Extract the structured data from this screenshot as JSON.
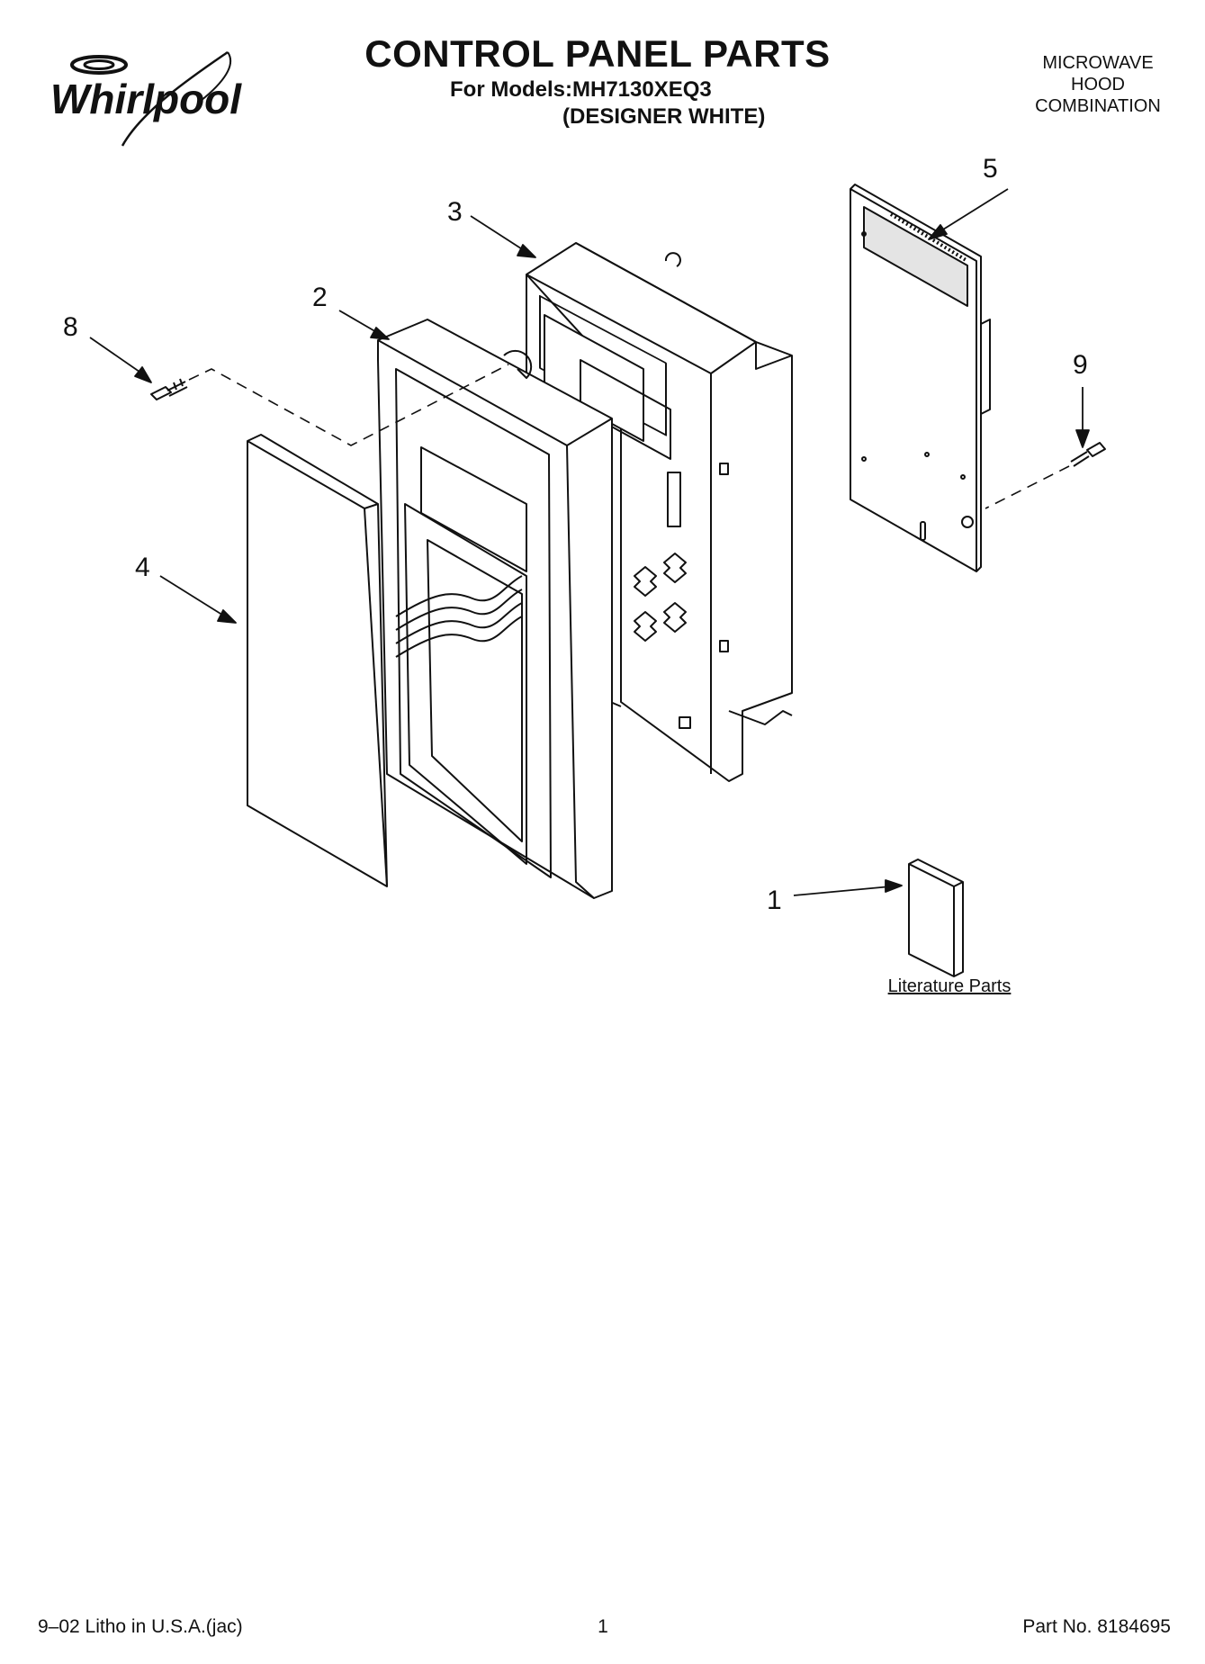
{
  "brand": {
    "name": "Whirlpool"
  },
  "header": {
    "title": "CONTROL PANEL PARTS",
    "models": "For Models:MH7130XEQ3",
    "variant": "(DESIGNER WHITE)",
    "product_lines": [
      "MICROWAVE",
      "HOOD",
      "COMBINATION"
    ]
  },
  "callouts": [
    "1",
    "2",
    "3",
    "4",
    "5",
    "8",
    "9"
  ],
  "literature_label": "Literature Parts",
  "footer": {
    "print_info": "9–02 Litho in U.S.A.(jac)",
    "page_number": "1",
    "part_number": "Part No. 8184695"
  },
  "colors": {
    "ink": "#111111",
    "paper": "#ffffff",
    "shade": "#bbbbbb"
  }
}
